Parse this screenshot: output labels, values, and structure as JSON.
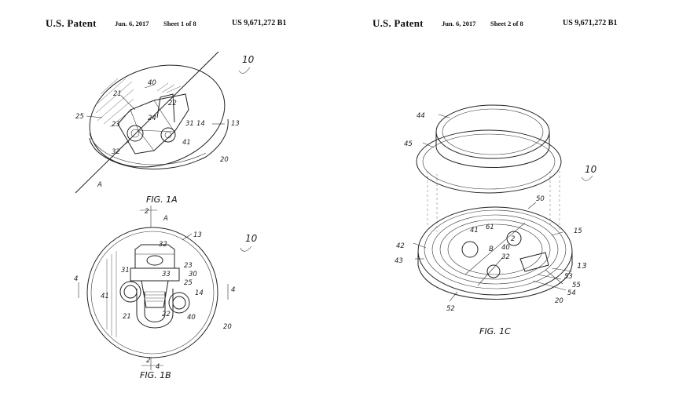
{
  "sheets": [
    {
      "header": {
        "title": "U.S. Patent",
        "date": "Jun. 6, 2017",
        "sheet": "Sheet 1 of 8",
        "number": "US 9,671,272 B1"
      },
      "figures": [
        "FIG. 1A",
        "FIG. 1B"
      ],
      "ref_labels": {
        "r10a": "10",
        "r10b": "10",
        "r40a": "40",
        "r21a": "21",
        "r25a": "25",
        "r23a": "23",
        "r24a": "24",
        "r22a": "22",
        "r31a": "31",
        "r14a": "14",
        "r13a": "13",
        "r41a": "41",
        "r32a": "32",
        "r20a": "20",
        "rAa": "A",
        "r2a": "2",
        "rAb": "A",
        "r13b": "13",
        "r32b": "32",
        "r31b": "31",
        "r23b": "23",
        "r33b": "33",
        "r30b": "30",
        "r25b": "25",
        "r4a": "4",
        "r4b": "4",
        "r41b": "41",
        "r14b": "14",
        "r40b": "40",
        "r21b": "21",
        "r22b": "22",
        "r20b": "20",
        "r2b": "2",
        "r4c": "4"
      }
    },
    {
      "header": {
        "title": "U.S. Patent",
        "date": "Jun. 6, 2017",
        "sheet": "Sheet 2 of 8",
        "number": "US 9,671,272 B1"
      },
      "figures": [
        "FIG. 1C"
      ],
      "ref_labels": {
        "r44": "44",
        "r45": "45",
        "r10": "10",
        "r50": "50",
        "r15": "15",
        "r41": "41",
        "r61": "61",
        "r2": "2",
        "r42": "42",
        "r43": "43",
        "rB": "B",
        "r40": "40",
        "r32": "32",
        "r13": "13",
        "r53": "53",
        "r55": "55",
        "r54": "54",
        "r20": "20",
        "r52": "52"
      }
    }
  ]
}
